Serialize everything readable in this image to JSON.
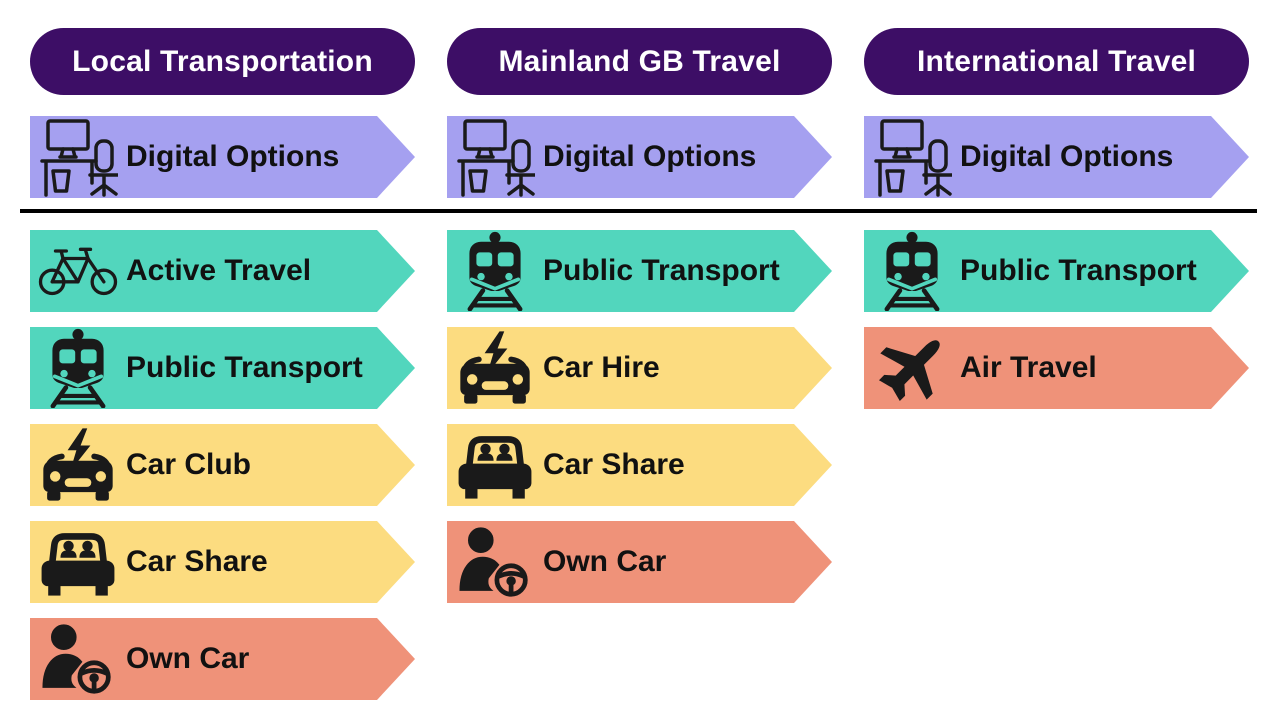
{
  "colors": {
    "header_bg": "#3d0e66",
    "header_text": "#ffffff",
    "digital_bg": "#a5a0f0",
    "teal_bg": "#52d6bd",
    "yellow_bg": "#fcdc80",
    "salmon_bg": "#ef9279",
    "label_text": "#111111",
    "divider": "#000000",
    "icon": "#1a1a1a"
  },
  "columns": [
    {
      "header": "Local Transportation",
      "digital": {
        "label": "Digital Options",
        "icon": "workstation-icon"
      },
      "rows": [
        {
          "label": "Active Travel",
          "icon": "bicycle-icon",
          "color": "teal"
        },
        {
          "label": "Public Transport",
          "icon": "train-icon",
          "color": "teal"
        },
        {
          "label": "Car Club",
          "icon": "electric-car-icon",
          "color": "yellow"
        },
        {
          "label": "Car Share",
          "icon": "car-share-icon",
          "color": "yellow"
        },
        {
          "label": "Own Car",
          "icon": "driver-icon",
          "color": "salmon"
        }
      ]
    },
    {
      "header": "Mainland GB Travel",
      "digital": {
        "label": "Digital Options",
        "icon": "workstation-icon"
      },
      "rows": [
        {
          "label": "Public Transport",
          "icon": "train-icon",
          "color": "teal"
        },
        {
          "label": "Car Hire",
          "icon": "electric-car-icon",
          "color": "yellow"
        },
        {
          "label": "Car Share",
          "icon": "car-share-icon",
          "color": "yellow"
        },
        {
          "label": "Own Car",
          "icon": "driver-icon",
          "color": "salmon"
        }
      ]
    },
    {
      "header": "International Travel",
      "digital": {
        "label": "Digital Options",
        "icon": "workstation-icon"
      },
      "rows": [
        {
          "label": "Public Transport",
          "icon": "train-icon",
          "color": "teal"
        },
        {
          "label": "Air Travel",
          "icon": "airplane-icon",
          "color": "salmon"
        }
      ]
    }
  ]
}
